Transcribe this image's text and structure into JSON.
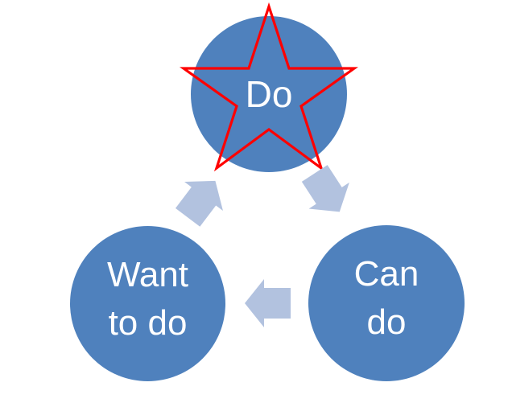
{
  "diagram": {
    "type": "cycle",
    "background": "#ffffff",
    "nodes": {
      "do": {
        "label": "Do"
      },
      "can": {
        "label": "Can do",
        "line1": "Can",
        "line2": "do"
      },
      "want": {
        "label": "Want to do",
        "line1": "Want",
        "line2": "to do"
      }
    },
    "arrows": [
      {
        "name": "do-to-can-do",
        "direction": "down-right"
      },
      {
        "name": "can-do-to-want-to-do",
        "direction": "left"
      },
      {
        "name": "want-to-do-to-do",
        "direction": "up-right"
      }
    ],
    "annotations": [
      {
        "name": "red-star",
        "shape": "5-point-star",
        "over_node": "do"
      }
    ],
    "colors": {
      "node_fill": "#4f81bd",
      "node_text": "#ffffff",
      "arrow_fill": "#b2c2df",
      "star_stroke": "#ff0000"
    }
  }
}
